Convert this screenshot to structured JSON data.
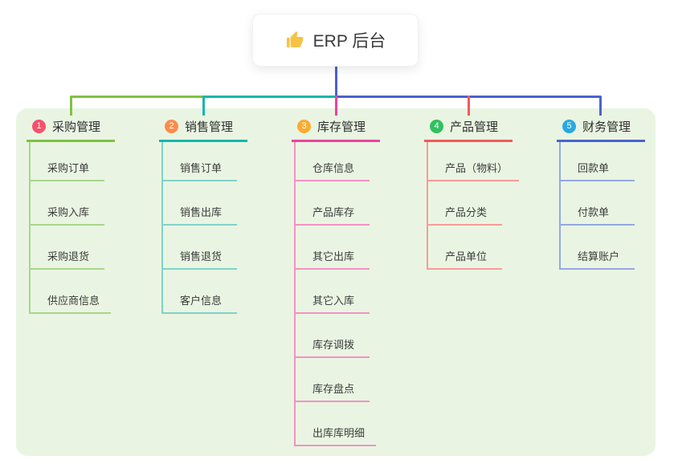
{
  "canvas": {
    "panel_bg": "#e9f5e2",
    "background": "#ffffff"
  },
  "root": {
    "label": "ERP 后台",
    "icon": "thumbs-up-icon",
    "icon_color": "#f6c344",
    "line_color": "#4a63cf"
  },
  "branches": [
    {
      "badge": "1",
      "badge_color": "#f4526b",
      "label": "采购管理",
      "line_color": "#7fc242",
      "child_line_color": "#a9d68b",
      "children": [
        {
          "label": "采购订单"
        },
        {
          "label": "采购入库"
        },
        {
          "label": "采购退货"
        },
        {
          "label": "供应商信息"
        }
      ]
    },
    {
      "badge": "2",
      "badge_color": "#fb8c4d",
      "label": "销售管理",
      "line_color": "#16b7aa",
      "child_line_color": "#7fd3c9",
      "children": [
        {
          "label": "销售订单"
        },
        {
          "label": "销售出库"
        },
        {
          "label": "销售退货"
        },
        {
          "label": "客户信息"
        }
      ]
    },
    {
      "badge": "3",
      "badge_color": "#fbab33",
      "label": "库存管理",
      "line_color": "#e8459f",
      "child_line_color": "#f391c5",
      "children": [
        {
          "label": "仓库信息"
        },
        {
          "label": "产品库存"
        },
        {
          "label": "其它出库"
        },
        {
          "label": "其它入库"
        },
        {
          "label": "库存调拨"
        },
        {
          "label": "库存盘点"
        },
        {
          "label": "出库库明细"
        }
      ]
    },
    {
      "badge": "4",
      "badge_color": "#2fc15d",
      "label": "产品管理",
      "line_color": "#f25a5b",
      "child_line_color": "#f79b99",
      "children": [
        {
          "label": "产品（物料）"
        },
        {
          "label": "产品分类"
        },
        {
          "label": "产品单位"
        }
      ]
    },
    {
      "badge": "5",
      "badge_color": "#29a9e1",
      "label": "财务管理",
      "line_color": "#4a63cf",
      "child_line_color": "#94a8e2",
      "children": [
        {
          "label": "回款单"
        },
        {
          "label": "付款单"
        },
        {
          "label": "结算账户"
        }
      ]
    }
  ]
}
